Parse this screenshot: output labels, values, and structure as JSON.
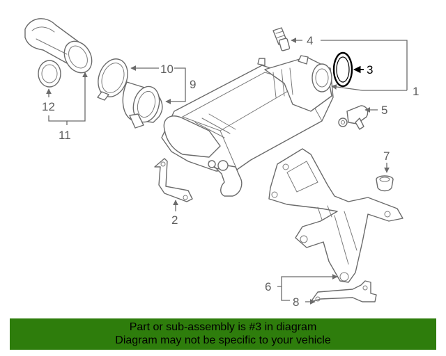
{
  "callouts": {
    "c1": "1",
    "c2": "2",
    "c3": "3",
    "c4": "4",
    "c5": "5",
    "c6": "6",
    "c7": "7",
    "c8": "8",
    "c9": "9",
    "c10": "10",
    "c11": "11",
    "c12": "12"
  },
  "highlighted_part": "3",
  "footer": {
    "line1": "Part or sub-assembly is #3 in diagram",
    "line2": "Diagram may not be specific to your vehicle"
  },
  "colors": {
    "footer_bg": "#2e7d0c",
    "highlight": "#000000",
    "part_lines": "#6b6b6b"
  }
}
